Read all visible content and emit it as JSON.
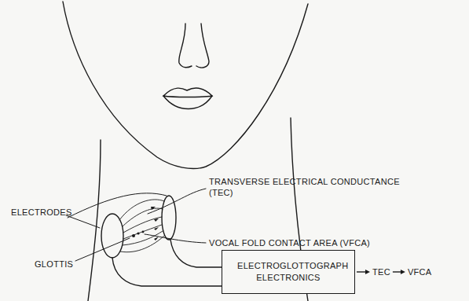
{
  "diagram": {
    "nodes": [
      {
        "text": [
          "ELECTROGLOTTOGRAPH ELECTRONICS"
        ]
      }
    ],
    "labels": [
      "ELECTRODES",
      "TRANSVERSE ELECTRICAL CONDUCTANCE (TEC)",
      "VOCAL FOLD CONTACT AREA (VFCA)",
      "GLOTTIS",
      "TEC",
      "VFCA"
    ]
  }
}
